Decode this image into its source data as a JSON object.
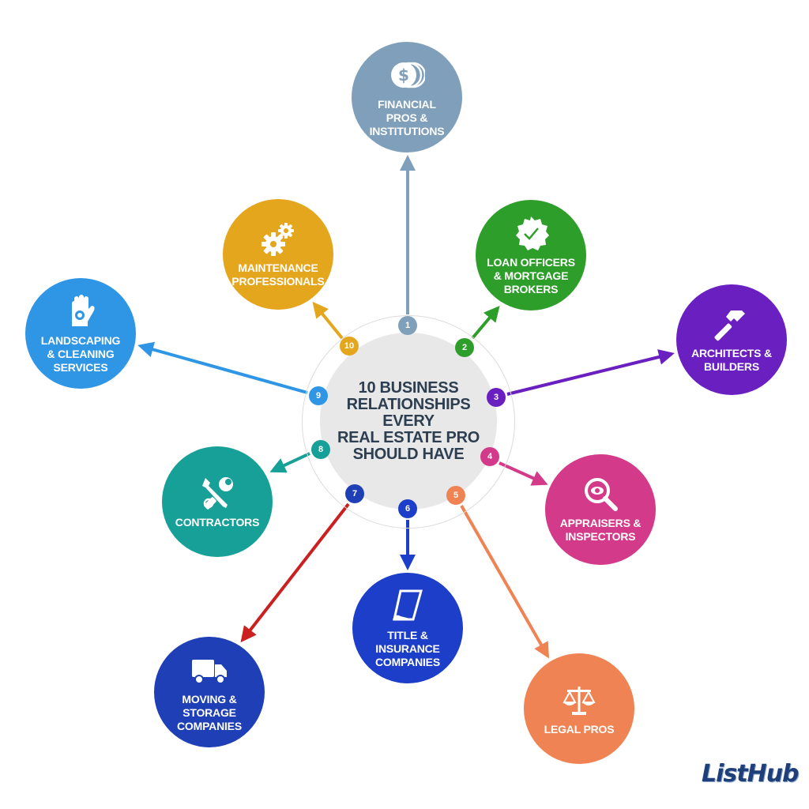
{
  "hub": {
    "title": "10 BUSINESS\nRELATIONSHIPS\nEVERY\nREAL ESTATE PRO\nSHOULD HAVE"
  },
  "logo": {
    "text": "ListHub"
  },
  "relationships": [
    {
      "number": "1",
      "label": "FINANCIAL\nPROS &\nINSTITUTIONS",
      "color": "#7f9fba",
      "icon": "dollar-coins-icon"
    },
    {
      "number": "2",
      "label": "LOAN OFFICERS\n& MORTGAGE\nBROKERS",
      "color": "#2e9e2a",
      "icon": "checkmark-seal-icon"
    },
    {
      "number": "3",
      "label": "ARCHITECTS &\nBUILDERS",
      "color": "#6a1fc0",
      "icon": "hammer-icon"
    },
    {
      "number": "4",
      "label": "APPRAISERS &\nINSPECTORS",
      "color": "#d33a89",
      "icon": "magnifier-eye-icon"
    },
    {
      "number": "5",
      "label": "LEGAL PROS",
      "color": "#ef8353",
      "icon": "scales-icon"
    },
    {
      "number": "6",
      "label": "TITLE &\nINSURANCE\nCOMPANIES",
      "color": "#1d3ec8",
      "icon": "document-scroll-icon"
    },
    {
      "number": "7",
      "label": "MOVING &\nSTORAGE\nCOMPANIES",
      "color": "#1e3fb6",
      "icon": "truck-icon"
    },
    {
      "number": "8",
      "label": "CONTRACTORS",
      "color": "#17a098",
      "icon": "wrench-screwdriver-icon"
    },
    {
      "number": "9",
      "label": "LANDSCAPING\n& CLEANING\nSERVICES",
      "color": "#2f96e6",
      "icon": "gloved-hand-icon"
    },
    {
      "number": "10",
      "label": "MAINTENANCE\nPROFESSIONALS",
      "color": "#e4a61c",
      "icon": "gears-icon"
    }
  ],
  "colors": {
    "hub_fill": "#e8e8e8",
    "hub_text": "#2c3e50",
    "logo": "#1f3f7a",
    "moving_arrow": "#cc1f1f"
  }
}
